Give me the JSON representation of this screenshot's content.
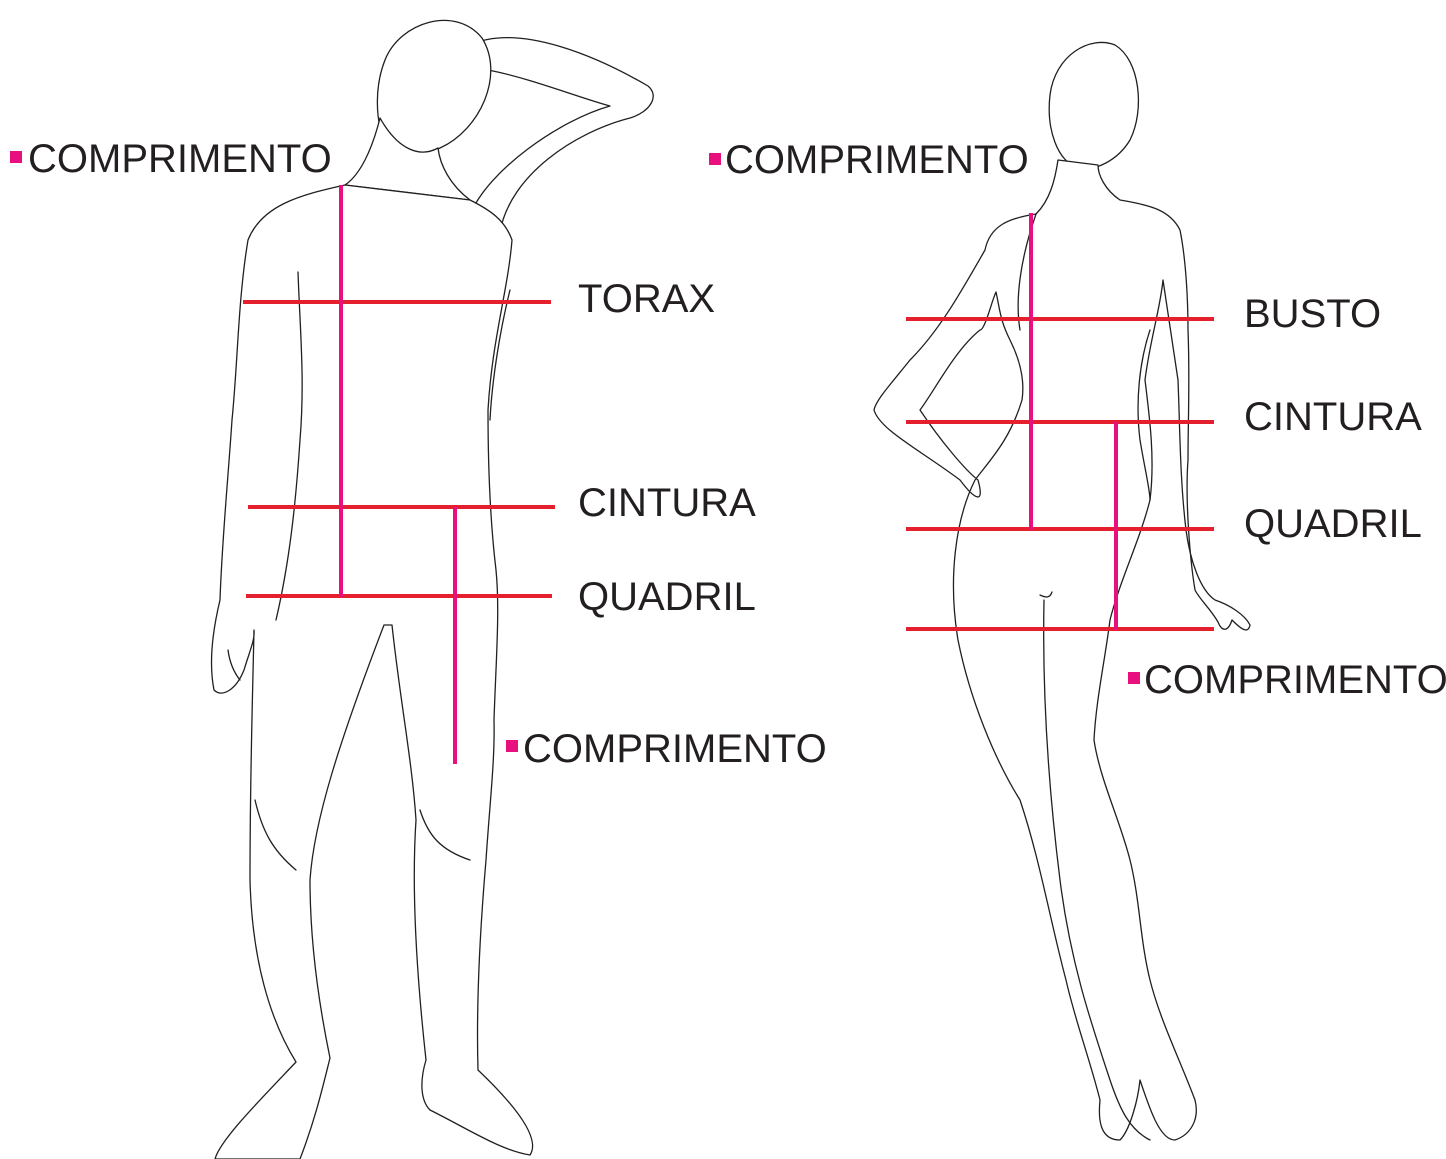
{
  "colors": {
    "measure_line": "#e5202e",
    "length_line": "#e8107e",
    "bullet": "#e8107e",
    "outline": "#231f20",
    "text": "#231f20",
    "background": "#ffffff"
  },
  "male": {
    "length_top_label": "COMPRIMENTO",
    "chest_label": "TORAX",
    "waist_label": "CINTURA",
    "hip_label": "QUADRIL",
    "length_bottom_label": "COMPRIMENTO"
  },
  "female": {
    "length_top_label": "COMPRIMENTO",
    "bust_label": "BUSTO",
    "waist_label": "CINTURA",
    "hip_label": "QUADRIL",
    "length_bottom_label": "COMPRIMENTO"
  }
}
